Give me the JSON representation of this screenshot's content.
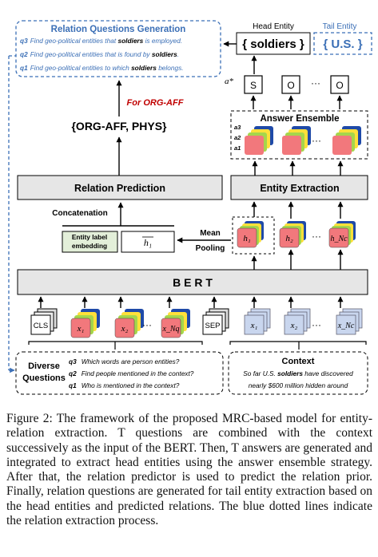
{
  "relation_questions": {
    "title": "Relation Questions Generation",
    "items": [
      {
        "tag": "q3",
        "prefix": "Find geo-political entities that ",
        "entity": "soldiers",
        "suffix": " is employed."
      },
      {
        "tag": "q2",
        "prefix": "Find geo-political entities that is found by ",
        "entity": "soldiers",
        "suffix": "."
      },
      {
        "tag": "q1",
        "prefix": "Find geo-political entities to which ",
        "entity": "soldiers",
        "suffix": " belongs."
      }
    ]
  },
  "head_entity": {
    "label": "Head Entity",
    "value": "{ soldiers }"
  },
  "tail_entity": {
    "label": "Tail Entity",
    "value": "{ U.S. }"
  },
  "answer_tags": {
    "a_star": "a*",
    "s": "S",
    "o": "O",
    "dots": "···"
  },
  "answer_ensemble": {
    "title": "Answer Ensemble",
    "tags": [
      "a3",
      "a2",
      "a1"
    ],
    "dots": "···"
  },
  "for_relation": "For ORG-AFF",
  "relation_set": "{ORG-AFF, PHYS}",
  "relation_prediction": "Relation Prediction",
  "entity_extraction": "Entity Extraction",
  "concatenation": "Concatenation",
  "entity_label_embedding": "Entity label embedding",
  "h1_bar": "h₁",
  "mean_pooling": {
    "line1": "Mean",
    "line2": "Pooling"
  },
  "bert": "B E R T",
  "h_tokens": [
    "h₁",
    "h₂",
    "h_Nc"
  ],
  "input_tokens": {
    "cls": "CLS",
    "q_tokens": [
      "x₁",
      "x₂",
      "x_Nq"
    ],
    "sep": "SEP",
    "c_tokens": [
      "x₁",
      "x₂",
      "x_Nc"
    ],
    "dots": "···"
  },
  "diverse_questions": {
    "label_line1": "Diverse",
    "label_line2": "Questions",
    "items": [
      {
        "tag": "q3",
        "text": "Which words are person entities?"
      },
      {
        "tag": "q2",
        "text": "Find people mentioned in the context?"
      },
      {
        "tag": "q1",
        "text": "Who is mentioned in the context?"
      }
    ]
  },
  "context": {
    "title": "Context",
    "line1_prefix": "So far U.S. ",
    "line1_entity": "soldiers",
    "line1_suffix": " have discovered",
    "line2": "nearly $600 million hidden around"
  },
  "caption": "Figure 2: The framework of the proposed MRC-based model for entity-relation extraction. T questions are combined with the context successively as the input of the BERT. Then, T answers are generated and integrated to extract head entities using the answer ensemble strategy. After that, the relation predictor is used to predict the relation prior. Finally, relation questions are generated for tail entity extraction based on the head entities and predicted relations. The blue dotted lines indicate the relation extraction process.",
  "colors": {
    "blue": "#3b6fb6",
    "red": "#c00000",
    "gray_block": "#e6e6e6",
    "token_red": "#f2787c",
    "token_blue": "#c9d6ee",
    "token_green": "#a5d64c",
    "token_yellow": "#ffe03a",
    "label_green": "#e3efd9"
  }
}
